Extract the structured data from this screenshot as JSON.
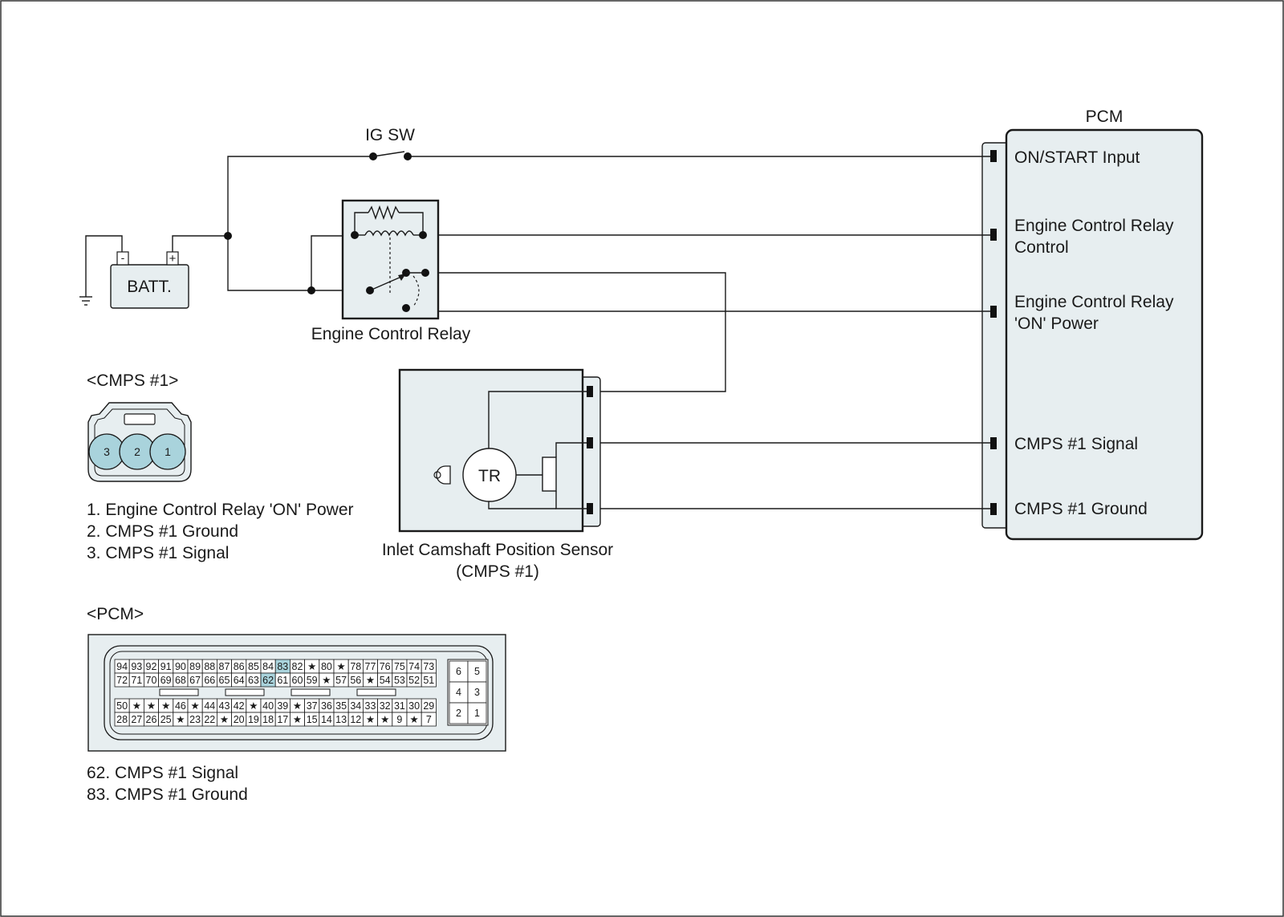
{
  "pcm": {
    "title": "PCM",
    "pins": {
      "on_start": "ON/START Input",
      "ecr_control_1": "Engine Control Relay",
      "ecr_control_2": "Control",
      "ecr_power_1": "Engine Control Relay",
      "ecr_power_2": "'ON' Power",
      "cmps_signal": "CMPS #1 Signal",
      "cmps_ground": "CMPS #1 Ground"
    }
  },
  "ig_sw": {
    "label": "IG SW"
  },
  "battery": {
    "label": "BATT.",
    "neg": "-",
    "pos": "+"
  },
  "relay": {
    "label": "Engine Control Relay"
  },
  "sensor": {
    "label_1": "Inlet Camshaft Position Sensor",
    "label_2": "(CMPS #1)",
    "tr": "TR"
  },
  "cmps_connector": {
    "title": "<CMPS #1>",
    "pins": [
      "3",
      "2",
      "1"
    ],
    "legend": [
      "1. Engine Control Relay 'ON' Power",
      "2. CMPS #1 Ground",
      "3. CMPS #1 Signal"
    ],
    "highlight_color": "#a9d3dc"
  },
  "pcm_connector": {
    "title": "<PCM>",
    "row1": [
      "94",
      "93",
      "92",
      "91",
      "90",
      "89",
      "88",
      "87",
      "86",
      "85",
      "84",
      "83",
      "82",
      "★",
      "80",
      "★",
      "78",
      "77",
      "76",
      "75",
      "74",
      "73"
    ],
    "row2": [
      "72",
      "71",
      "70",
      "69",
      "68",
      "67",
      "66",
      "65",
      "64",
      "63",
      "62",
      "61",
      "60",
      "59",
      "★",
      "57",
      "56",
      "★",
      "54",
      "53",
      "52",
      "51"
    ],
    "row3": [
      "50",
      "★",
      "★",
      "★",
      "46",
      "★",
      "44",
      "43",
      "42",
      "★",
      "40",
      "39",
      "★",
      "37",
      "36",
      "35",
      "34",
      "33",
      "32",
      "31",
      "30",
      "29"
    ],
    "row4": [
      "28",
      "27",
      "26",
      "25",
      "★",
      "23",
      "22",
      "★",
      "20",
      "19",
      "18",
      "17",
      "★",
      "15",
      "14",
      "13",
      "12",
      "★",
      "★",
      "9",
      "★",
      "7"
    ],
    "small_grid": [
      [
        "6",
        "5"
      ],
      [
        "4",
        "3"
      ],
      [
        "2",
        "1"
      ]
    ],
    "highlighted": [
      "83",
      "62"
    ],
    "legend": [
      "62. CMPS #1 Signal",
      "83. CMPS #1 Ground"
    ],
    "highlight_color": "#a9d3dc"
  },
  "colors": {
    "component_fill": "#e7eef0",
    "line": "#1a1a1a"
  }
}
